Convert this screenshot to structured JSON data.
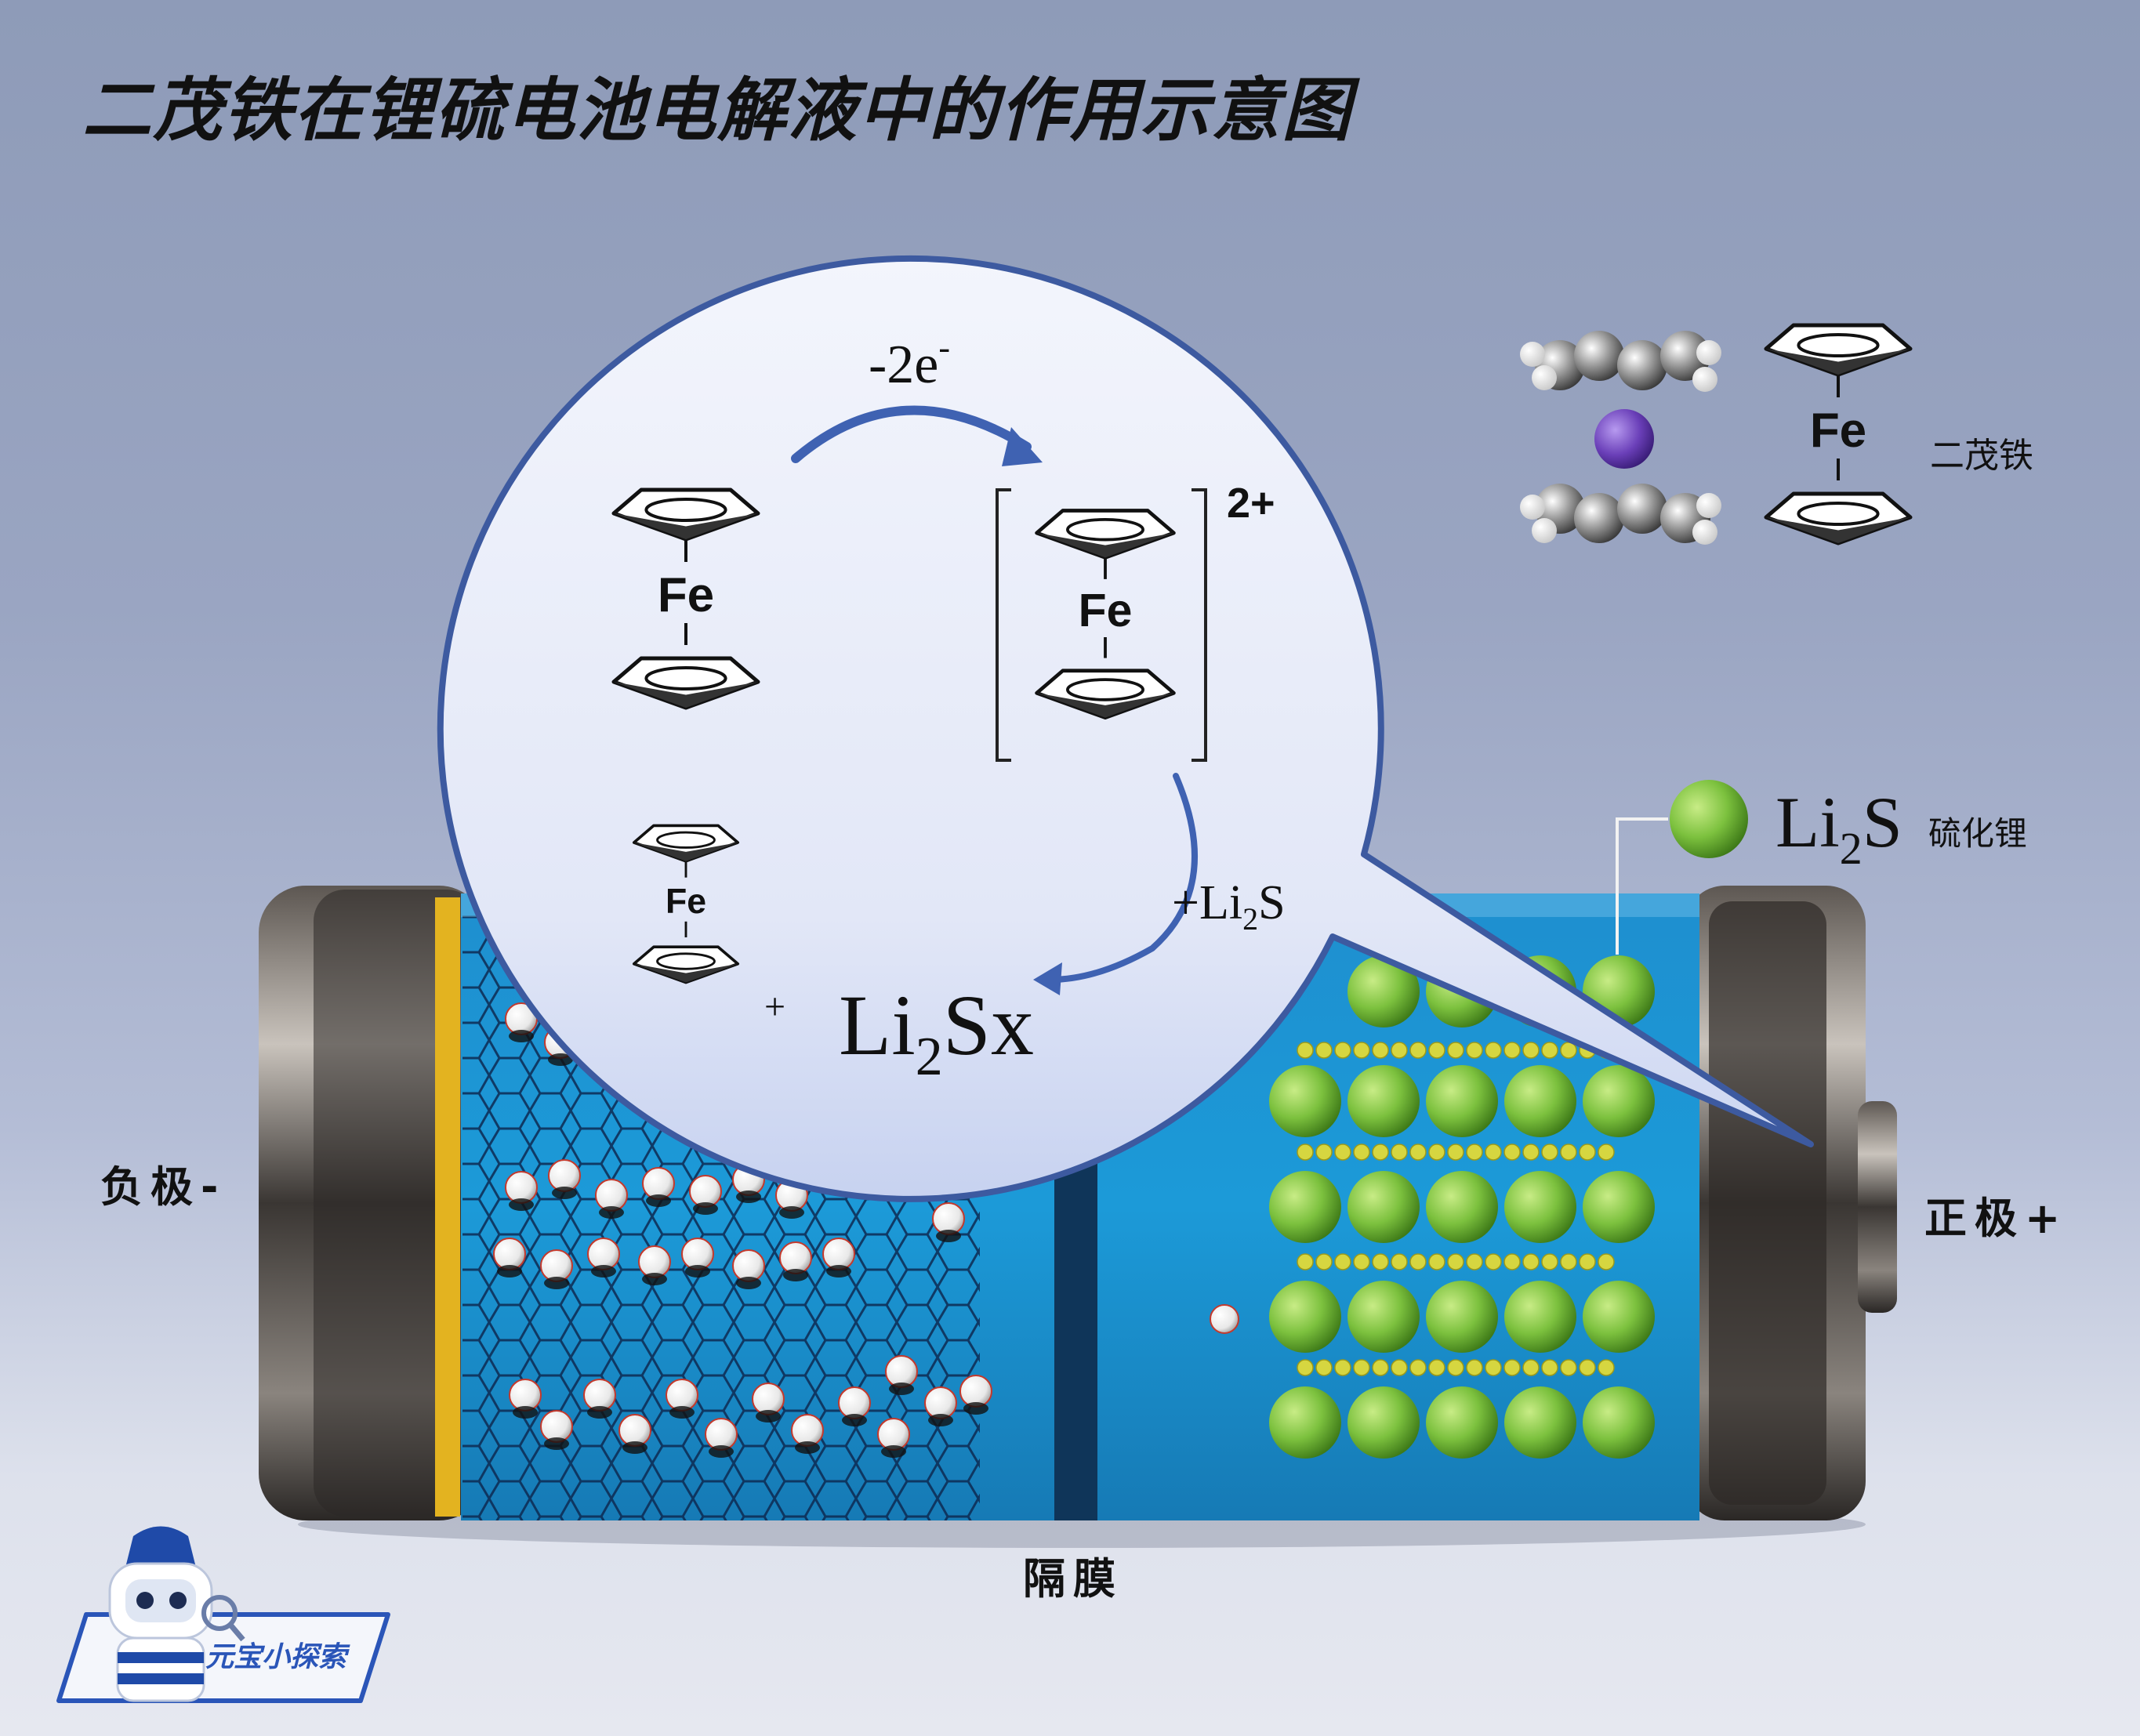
{
  "title": "二茂铁在锂硫电池电解液中的作用示意图",
  "labels": {
    "negative_electrode": "负极-",
    "positive_electrode": "正极+",
    "separator": "隔膜",
    "ferrocene_name": "二茂铁",
    "lithium_sulfide_name": "硫化锂"
  },
  "reaction": {
    "electron_loss": "-2e",
    "electron_superscript": "-",
    "charge": "2+",
    "add_li2s_prefix": "+Li",
    "add_li2s_sub": "2",
    "add_li2s_suffix": "S",
    "plus_sign": "+",
    "product_prefix": "Li",
    "product_sub": "2",
    "product_suffix": "Sx"
  },
  "fe_symbol": "Fe",
  "legend_li2s": {
    "prefix": "Li",
    "sub": "2",
    "suffix": "S"
  },
  "brand": "元宝小探索",
  "colors": {
    "electrolyte": "#1c95d4",
    "li2s_ball": "#7cc13e",
    "sulfur_chain": "#d6d640",
    "bubble_fill": "#eef1fb",
    "bubble_stroke": "#3d5aa0",
    "arrow": "#3f62b2",
    "iron_atom": "#6a3fb8"
  }
}
